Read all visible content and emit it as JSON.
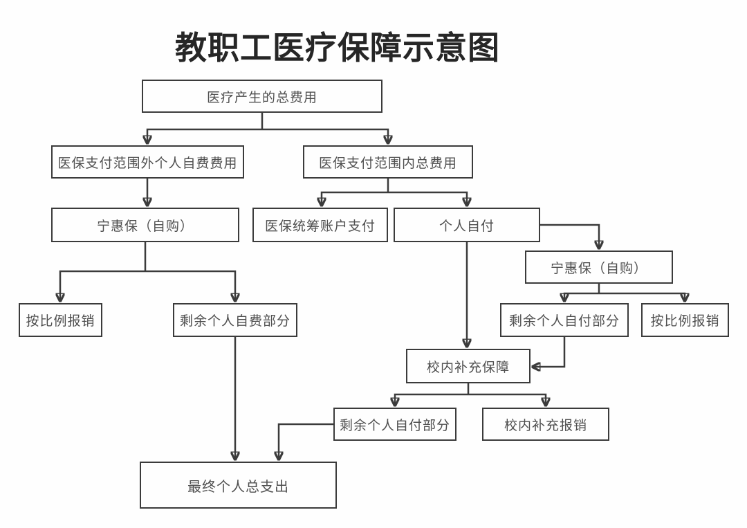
{
  "title": "教职工医疗保障示意图",
  "flowchart": {
    "nodes": {
      "total_cost": {
        "label": "医疗产生的总费用"
      },
      "outside_scope": {
        "label": "医保支付范围外个人自费费用"
      },
      "inside_scope": {
        "label": "医保支付范围内总费用"
      },
      "ninghuibao_left": {
        "label": "宁惠保（自购）"
      },
      "pooled_account": {
        "label": "医保统筹账户支付"
      },
      "self_pay": {
        "label": "个人自付"
      },
      "ninghuibao_right": {
        "label": "宁惠保（自购）"
      },
      "proportional_left": {
        "label": "按比例报销"
      },
      "remaining_self_funded": {
        "label": "剩余个人自费部分"
      },
      "remaining_self_paid": {
        "label": "剩余个人自付部分"
      },
      "proportional_right": {
        "label": "按比例报销"
      },
      "campus_supplement": {
        "label": "校内补充保障"
      },
      "remaining_self_paid_2": {
        "label": "剩余个人自付部分"
      },
      "campus_reimburse": {
        "label": "校内补充报销"
      },
      "final_total": {
        "label": "最终个人总支出"
      }
    },
    "edges": [
      {
        "from": "total_cost",
        "to": "outside_scope"
      },
      {
        "from": "total_cost",
        "to": "inside_scope"
      },
      {
        "from": "outside_scope",
        "to": "ninghuibao_left"
      },
      {
        "from": "inside_scope",
        "to": "pooled_account"
      },
      {
        "from": "inside_scope",
        "to": "self_pay"
      },
      {
        "from": "self_pay",
        "to": "ninghuibao_right"
      },
      {
        "from": "self_pay",
        "to": "campus_supplement"
      },
      {
        "from": "ninghuibao_left",
        "to": "proportional_left"
      },
      {
        "from": "ninghuibao_left",
        "to": "remaining_self_funded"
      },
      {
        "from": "ninghuibao_right",
        "to": "remaining_self_paid"
      },
      {
        "from": "ninghuibao_right",
        "to": "proportional_right"
      },
      {
        "from": "remaining_self_paid",
        "to": "campus_supplement"
      },
      {
        "from": "campus_supplement",
        "to": "remaining_self_paid_2"
      },
      {
        "from": "campus_supplement",
        "to": "campus_reimburse"
      },
      {
        "from": "remaining_self_funded",
        "to": "final_total"
      },
      {
        "from": "remaining_self_paid_2",
        "to": "final_total"
      }
    ],
    "colors": {
      "line": "#3b3b3b",
      "border": "#3b3b3b",
      "text": "#4f4f4f",
      "title": "#262626",
      "background": "#fefefe"
    }
  }
}
